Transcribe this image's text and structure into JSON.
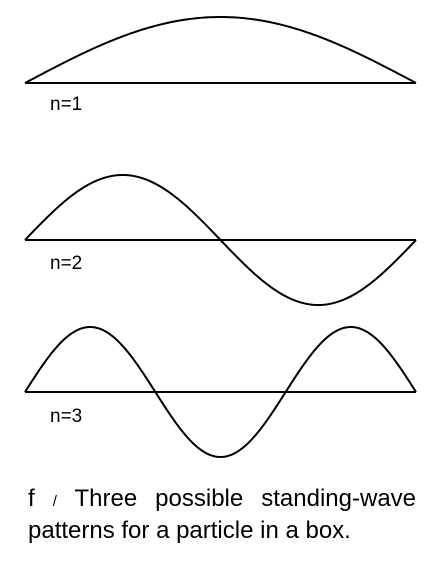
{
  "diagram": {
    "modes": [
      {
        "label": "n=1",
        "n": 1
      },
      {
        "label": "n=2",
        "n": 2
      },
      {
        "label": "n=3",
        "n": 3
      }
    ],
    "colors": {
      "stroke": "#000000",
      "background": "#ffffff"
    }
  },
  "caption": {
    "tag": "f",
    "separator": "/",
    "text": "Three possible standing-wave patterns for a particle in a box."
  }
}
